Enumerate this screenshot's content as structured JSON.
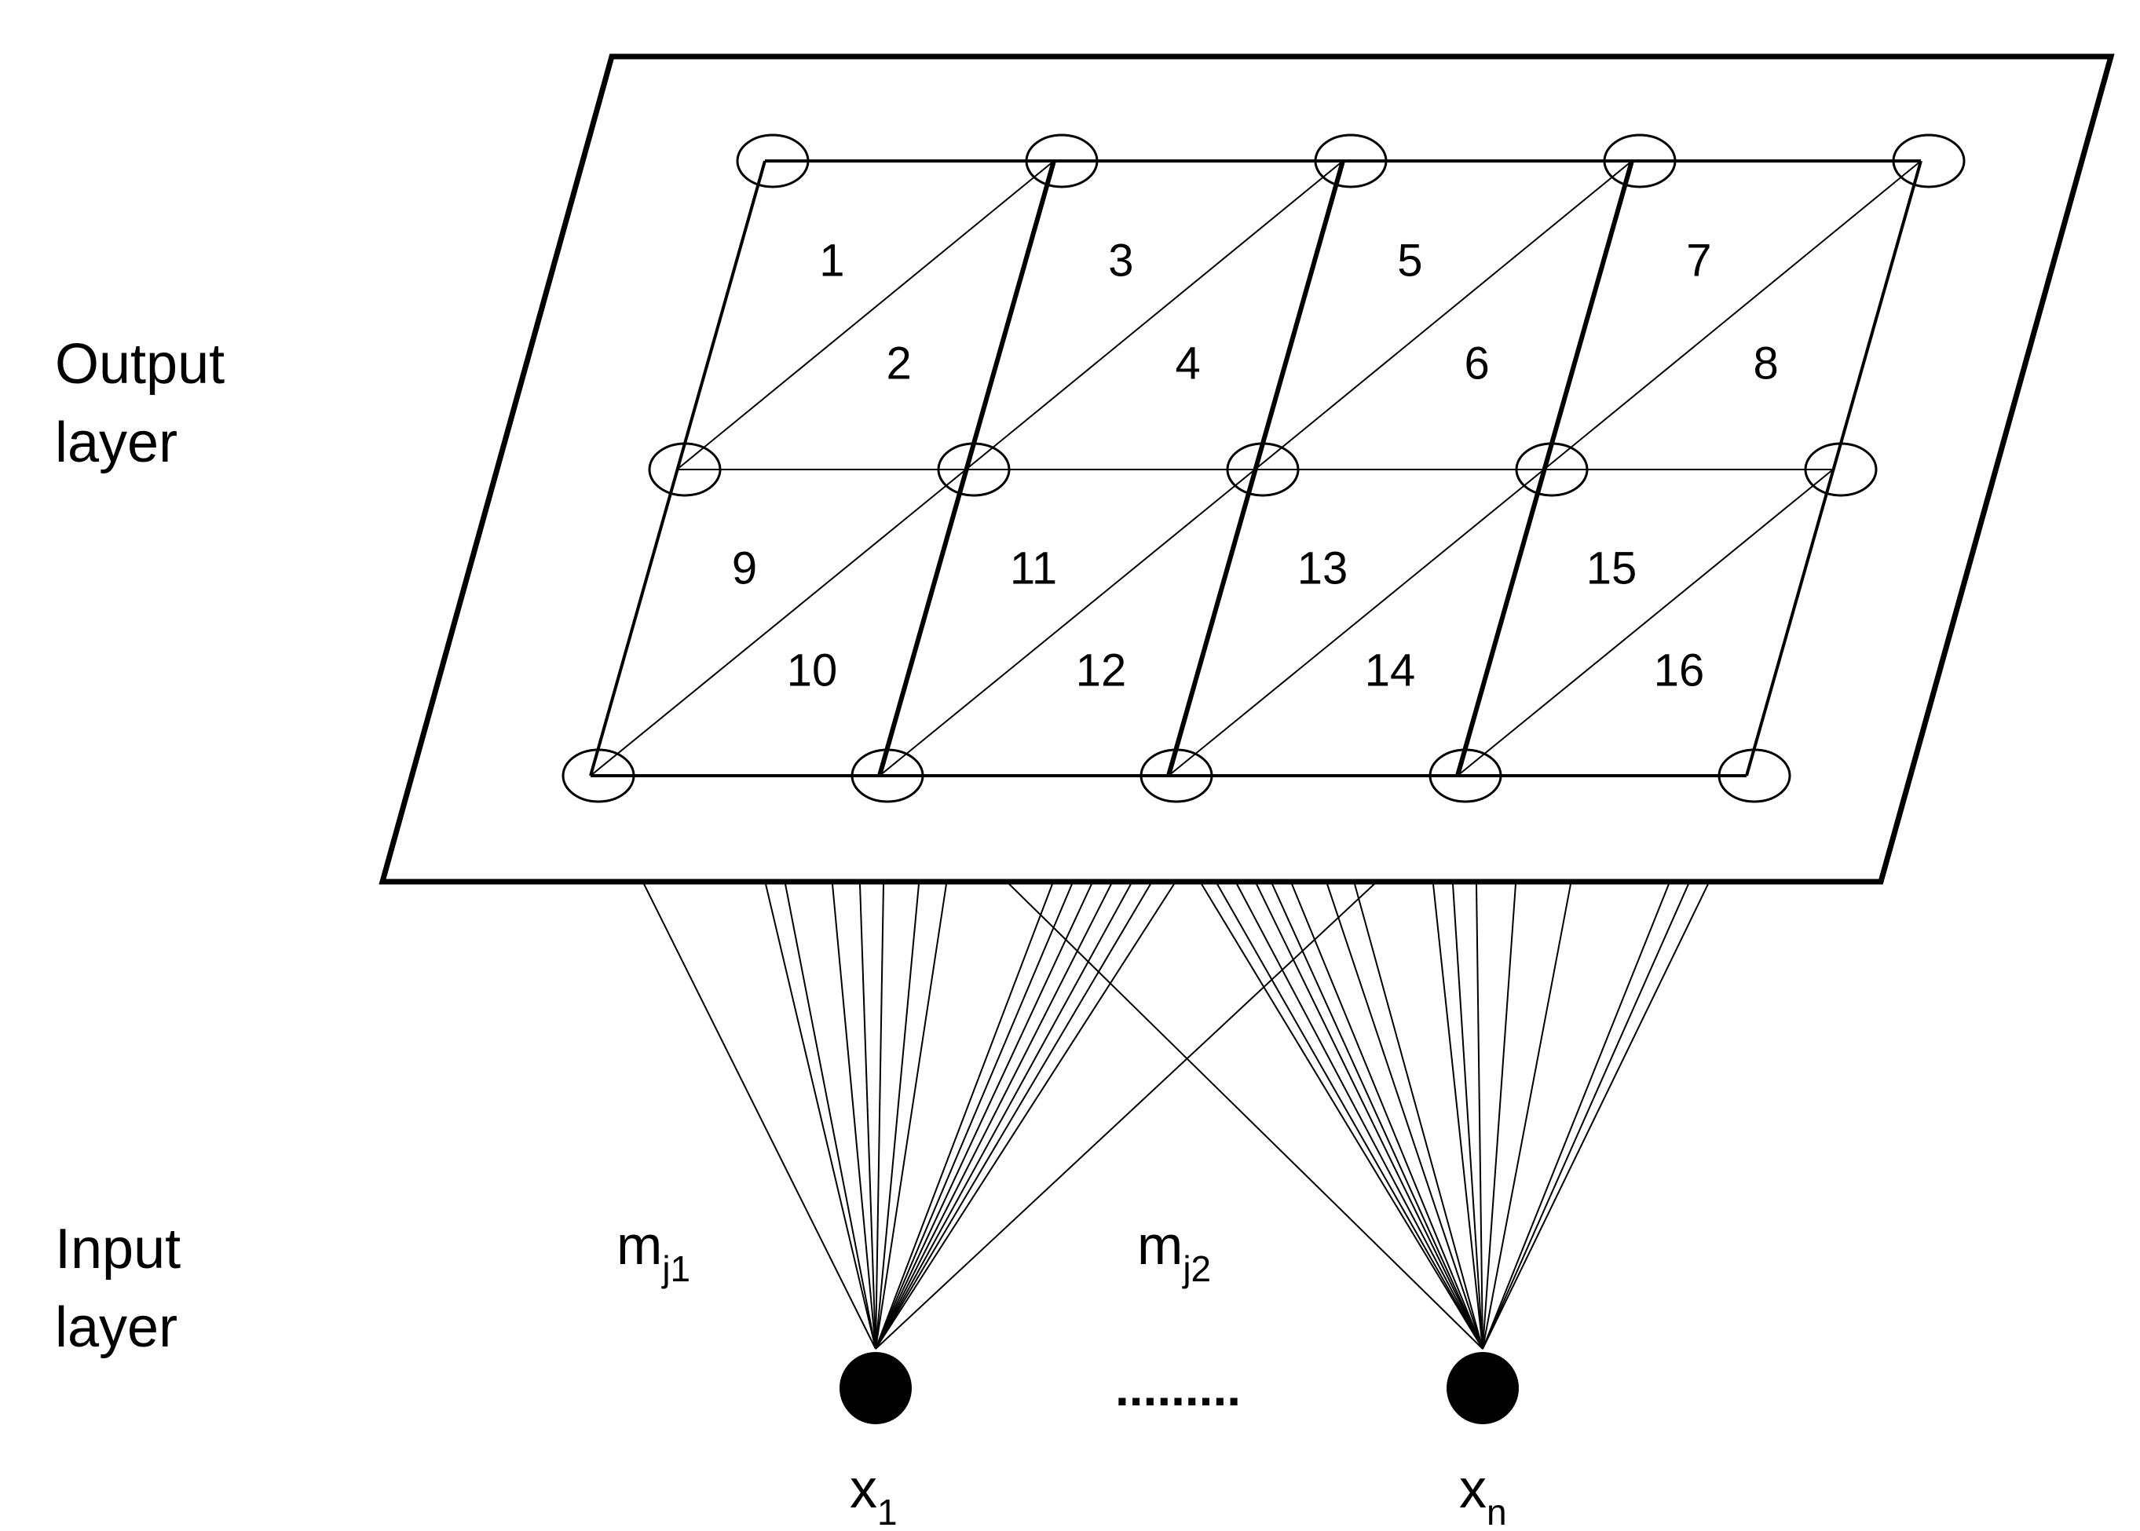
{
  "layers": {
    "output": {
      "line1": "Output",
      "line2": "layer"
    },
    "input": {
      "line1": "Input",
      "line2": "layer"
    }
  },
  "triangles": [
    "1",
    "2",
    "3",
    "4",
    "5",
    "6",
    "7",
    "8",
    "9",
    "10",
    "11",
    "12",
    "13",
    "14",
    "15",
    "16"
  ],
  "weights": {
    "m1": {
      "base": "m",
      "sub": "j1"
    },
    "m2": {
      "base": "m",
      "sub": "j2"
    }
  },
  "inputs": {
    "x1": {
      "base": "x",
      "sub": "1"
    },
    "xn": {
      "base": "x",
      "sub": "n"
    },
    "ellipsis": "........."
  },
  "colors": {
    "line": "#000000",
    "background": "#ffffff"
  }
}
